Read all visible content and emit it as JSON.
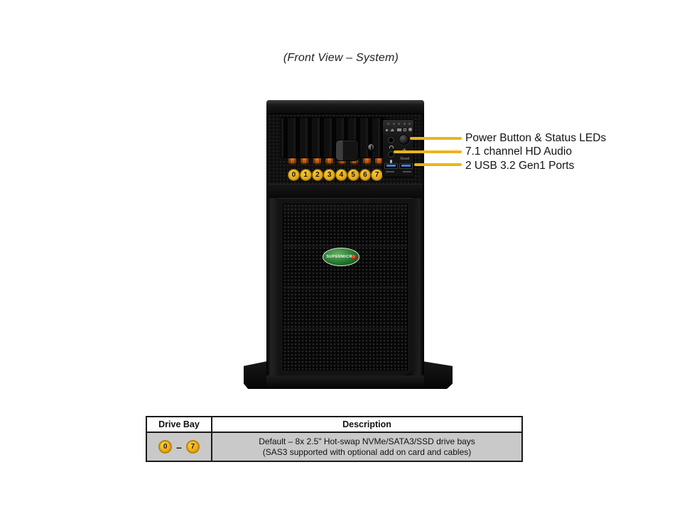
{
  "title": "(Front View – System)",
  "callouts": [
    {
      "label": "Power Button & Status LEDs"
    },
    {
      "label": "7.1 channel HD Audio"
    },
    {
      "label": "2 USB 3.2 Gen1 Ports"
    }
  ],
  "server": {
    "bay_numbers": [
      "0",
      "1",
      "2",
      "3",
      "4",
      "5",
      "6",
      "7"
    ],
    "logo_text": "SUPERMICRO",
    "reset_label": "Reset"
  },
  "table": {
    "col1_header": "Drive Bay",
    "col2_header": "Description",
    "row": {
      "bay_start": "0",
      "bay_range_dash": "–",
      "bay_end": "7",
      "desc_line1": "Default – 8x 2.5\" Hot-swap NVMe/SATA3/SSD drive bays",
      "desc_line2": "(SAS3 supported with optional add on card and cables)"
    }
  },
  "colors": {
    "callout_line": "#EBB41C",
    "bay_badge_fill": "#EDA912",
    "bay_badge_border": "#B7860A",
    "table_row_bg": "#C9C9C9",
    "usb_blue": "#2A62B8",
    "logo_green": "#20702A",
    "logo_red_dot": "#B81300"
  }
}
